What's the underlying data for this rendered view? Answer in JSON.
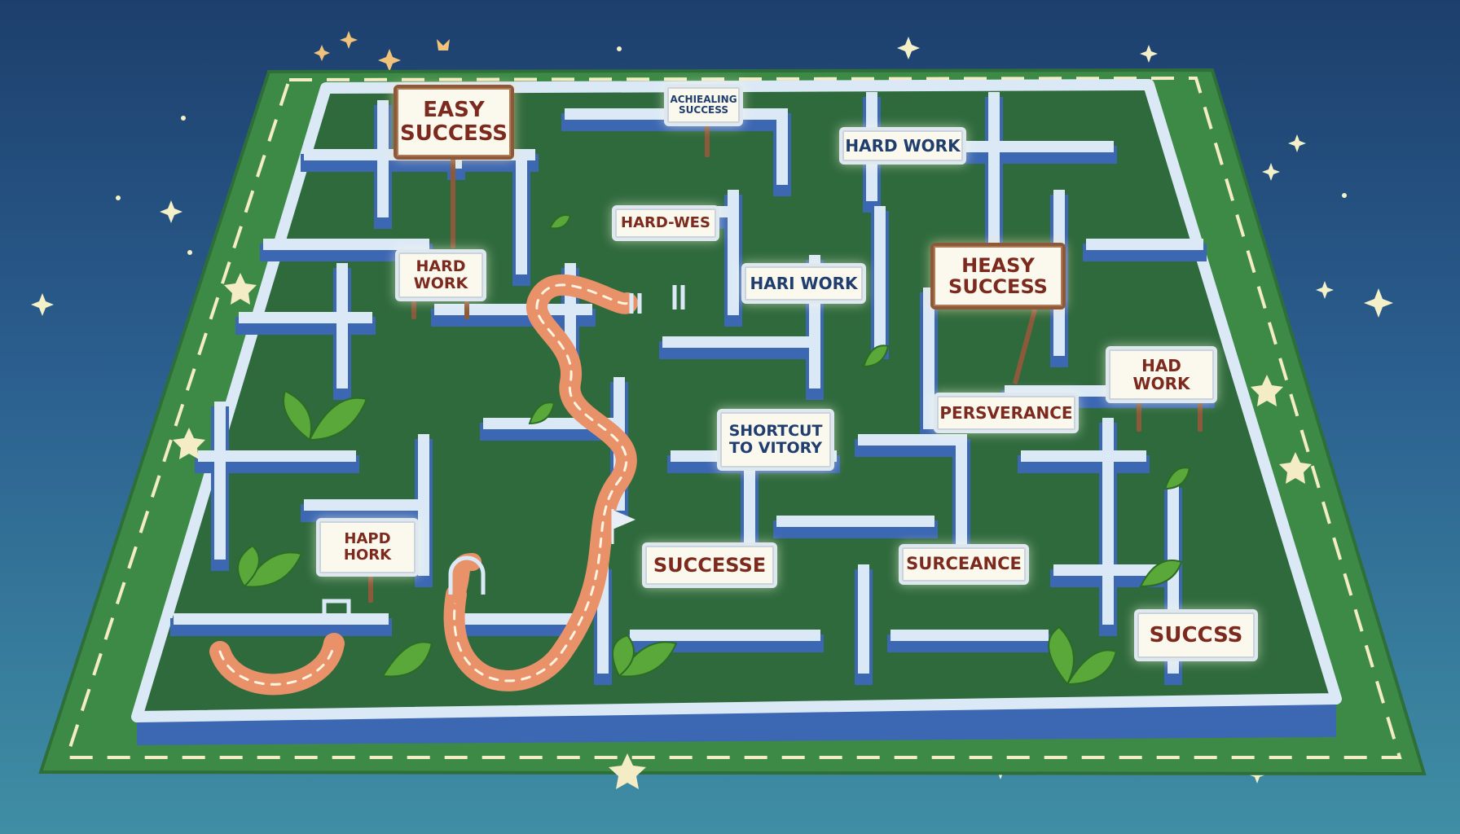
{
  "signs": {
    "easy_success": "EASY\nSUCCESS",
    "achieving_success": "ACHIEALING\nSUCCESS",
    "hard_work_top": "HARD WORK",
    "hard_wes": "HARD-WES",
    "hard_work_left": "HARD\nWORK",
    "hari_work": "HARI WORK",
    "heasy_success": "HEASY\nSUCCESS",
    "had_work": "HAD\nWORK",
    "perseverance": "PERSVERANCE",
    "shortcut": "SHORTCUT\nTO VITORY",
    "hapd_hork": "HAPD\nHORK",
    "successe": "SUCCESSE",
    "surceance": "SURCEANCE",
    "succss": "SUCCSS"
  },
  "colors": {
    "sky_top": "#1d3f6d",
    "grass": "#3f8b45",
    "wall_top": "#dbe9f7",
    "wall_side": "#3c67b3",
    "path": "#e9926a",
    "sign_text_red": "#7d2a1e",
    "sign_text_navy": "#1f3e6e"
  }
}
